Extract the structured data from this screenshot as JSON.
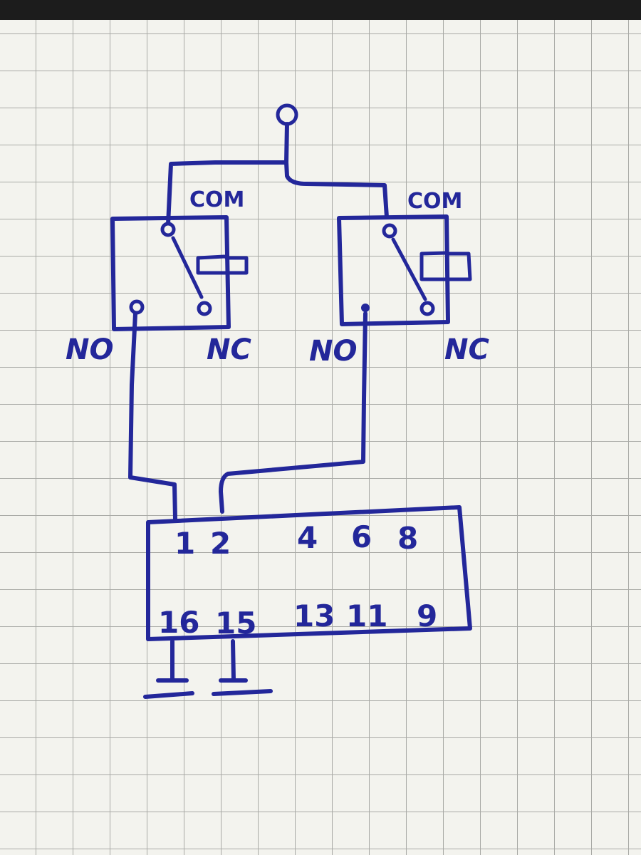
{
  "relays": [
    {
      "com_label": "COM",
      "no_label": "NO",
      "nc_label": "NC"
    },
    {
      "com_label": "COM",
      "no_label": "NO",
      "nc_label": "NC"
    }
  ],
  "connector": {
    "top_pins": [
      "1",
      "2",
      "4",
      "6",
      "8"
    ],
    "bottom_pins": [
      "16",
      "15",
      "13",
      "11",
      "9"
    ]
  },
  "colors": {
    "ink": "#23279a",
    "paper": "#f3f3ee",
    "grid": "#a9aaa6",
    "background": "#1c1c1c"
  }
}
